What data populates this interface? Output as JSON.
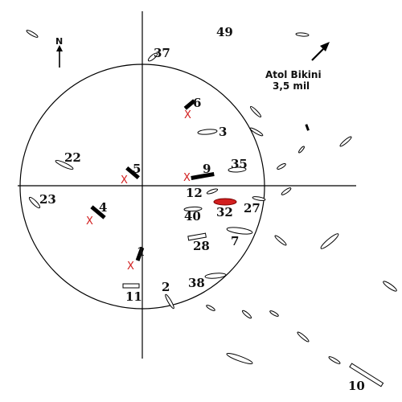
{
  "compass": {
    "label": "N"
  },
  "direction_note": {
    "line1": "Atol Bikini",
    "line2": "3,5 mil"
  },
  "explosion_mark": "X",
  "labels": {
    "n1": "1",
    "n2": "2",
    "n3": "3",
    "n4": "4",
    "n5": "5",
    "n6": "6",
    "n7": "7",
    "n9": "9",
    "n10": "10",
    "n11": "11",
    "n12": "12",
    "n22": "22",
    "n23": "23",
    "n27": "27",
    "n28": "28",
    "n32": "32",
    "n35": "35",
    "n37": "37",
    "n38": "38",
    "n40": "40",
    "n49": "49"
  },
  "colors": {
    "ink": "#000000",
    "marker": "#d21f1f",
    "highlight_ship": "#d21f1f"
  }
}
